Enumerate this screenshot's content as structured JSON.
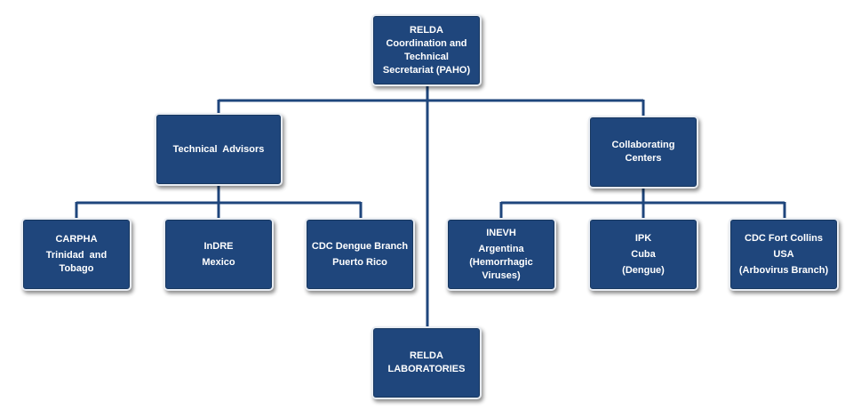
{
  "diagram": {
    "root": {
      "lines": [
        "RELDA",
        "Coordination and",
        "Technical",
        "Secretariat (PAHO)"
      ]
    },
    "technical_advisors": {
      "label": "Technical  Advisors",
      "children": [
        {
          "lines": [
            "CARPHA",
            "Trinidad  and",
            "Tobago"
          ]
        },
        {
          "lines": [
            "InDRE",
            "Mexico"
          ]
        },
        {
          "lines": [
            "CDC Dengue Branch",
            "Puerto Rico"
          ]
        }
      ]
    },
    "collaborating_centers": {
      "lines": [
        "Collaborating",
        "Centers"
      ],
      "children": [
        {
          "lines": [
            "INEVH",
            "Argentina",
            "(Hemorrhagic",
            "Viruses)"
          ]
        },
        {
          "lines": [
            "IPK",
            "Cuba",
            "(Dengue)"
          ]
        },
        {
          "lines": [
            "CDC Fort Collins",
            "USA",
            "(Arbovirus Branch)"
          ]
        }
      ]
    },
    "laboratories": {
      "lines": [
        "RELDA",
        "LABORATORIES"
      ]
    },
    "colors": {
      "node_fill": "#1f467c",
      "node_border": "#e8ecf2",
      "connector": "#1f467c",
      "text": "#ffffff"
    }
  }
}
